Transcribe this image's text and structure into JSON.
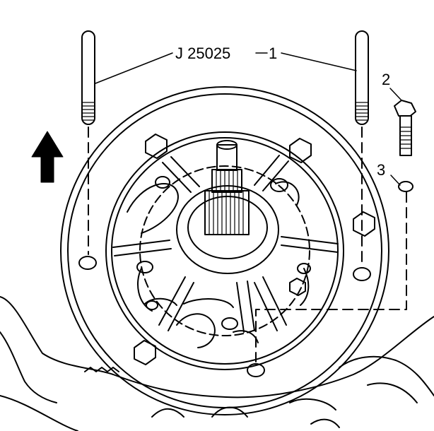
{
  "callouts": {
    "tool_label": "J 25025",
    "tool_number": "1",
    "bolt_number": "2",
    "washer_number": "3"
  },
  "icons": {
    "direction_arrow": "up-arrow-icon"
  },
  "colors": {
    "line": "#000000",
    "background": "#ffffff"
  }
}
